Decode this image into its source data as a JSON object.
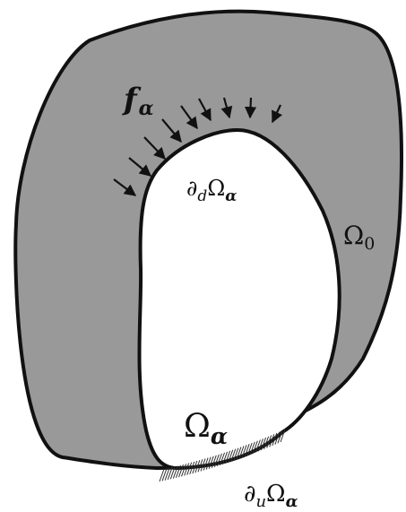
{
  "labels": {
    "force": {
      "main": "f",
      "sub": "α"
    },
    "dirichlet_boundary": {
      "prefix": "∂",
      "sub1": "d",
      "main": "Ω",
      "sub2": "α"
    },
    "outer_domain": {
      "main": "Ω",
      "sub": "0"
    },
    "inner_domain": {
      "main": "Ω",
      "sub": "α"
    },
    "neumann_boundary": {
      "prefix": "∂",
      "sub1": "u",
      "main": "Ω",
      "sub2": "α"
    }
  },
  "colors": {
    "outer_fill": "#999999",
    "inner_fill": "#ffffff",
    "stroke": "#111111",
    "hatch": "#333333"
  },
  "decorations": {
    "force_arrow_count": 9,
    "support_hatch": "fixed-support-hatching"
  }
}
